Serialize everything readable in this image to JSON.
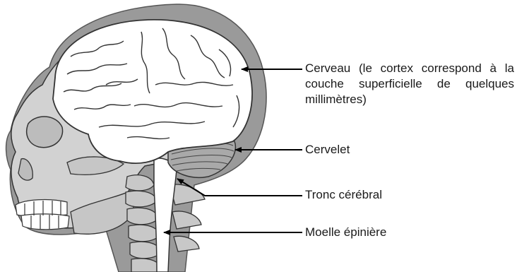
{
  "labels": {
    "cerveau": "Cerveau (le cortex correspond à la couche superficielle de quelques millimètres)",
    "cervelet": "Cervelet",
    "tronc": "Tronc cérébral",
    "moelle": "Moelle épinière"
  },
  "colors": {
    "head_outline": "#9a9a9a",
    "skull": "#d2d2d2",
    "bone_line": "#333333",
    "brain": "#ffffff",
    "line": "#000000"
  }
}
